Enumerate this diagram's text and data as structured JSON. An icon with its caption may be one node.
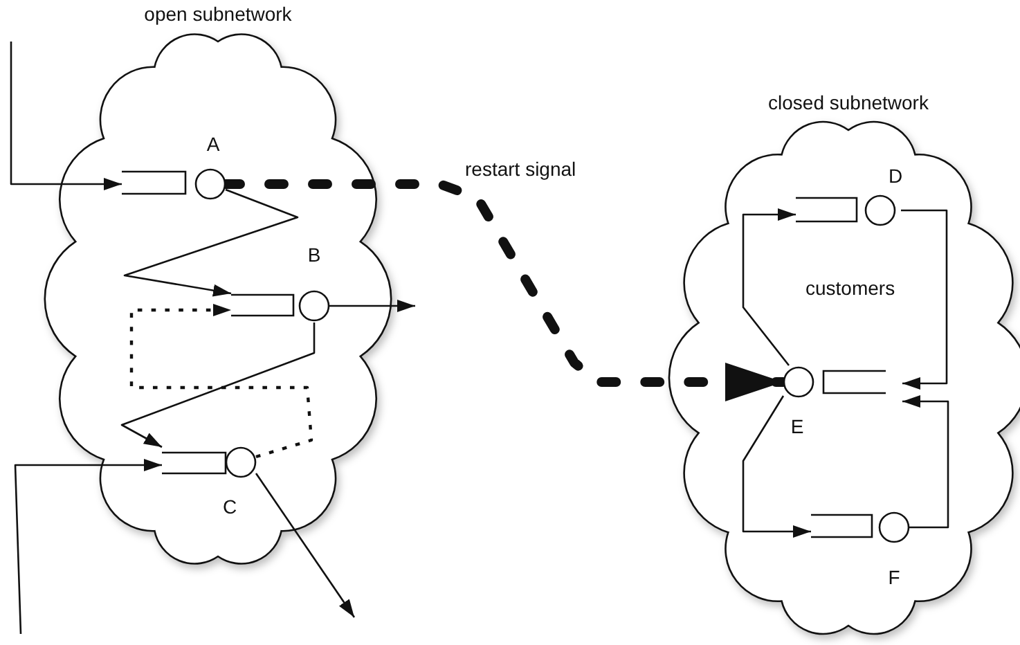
{
  "diagram": {
    "nodes": [
      {
        "text": [
          "open subnetwork"
        ]
      },
      {
        "text": [
          "A"
        ],
        "in": 0
      },
      {
        "text": [
          "B"
        ],
        "in": 0
      },
      {
        "text": [
          "C"
        ],
        "in": 0
      },
      {
        "text": [
          "closed subnetwork"
        ]
      },
      {
        "text": [
          "D"
        ],
        "in": 4
      },
      {
        "text": [
          "E"
        ],
        "in": 4
      },
      {
        "text": [
          "F"
        ],
        "in": 4
      }
    ],
    "edges": [
      {
        "from": null,
        "to": 1,
        "arrow": "to"
      },
      {
        "from": 1,
        "to": 2,
        "arrow": "to"
      },
      {
        "from": 2,
        "to": null,
        "arrow": "to"
      },
      {
        "from": 2,
        "to": 3,
        "arrow": "to"
      },
      {
        "from": 3,
        "to": 2,
        "arrow": "to",
        "style": "dashed"
      },
      {
        "from": null,
        "to": 3,
        "arrow": "to"
      },
      {
        "from": 3,
        "to": null,
        "arrow": "to"
      },
      {
        "from": 1,
        "to": 6,
        "arrow": "to",
        "style": "dashed",
        "label": "restart signal"
      },
      {
        "from": 6,
        "to": 5,
        "arrow": "to"
      },
      {
        "from": 6,
        "to": 7,
        "arrow": "to"
      },
      {
        "from": 5,
        "to": 6,
        "arrow": "to"
      },
      {
        "from": 7,
        "to": 6,
        "arrow": "to"
      }
    ],
    "labels": [
      "customers"
    ]
  }
}
